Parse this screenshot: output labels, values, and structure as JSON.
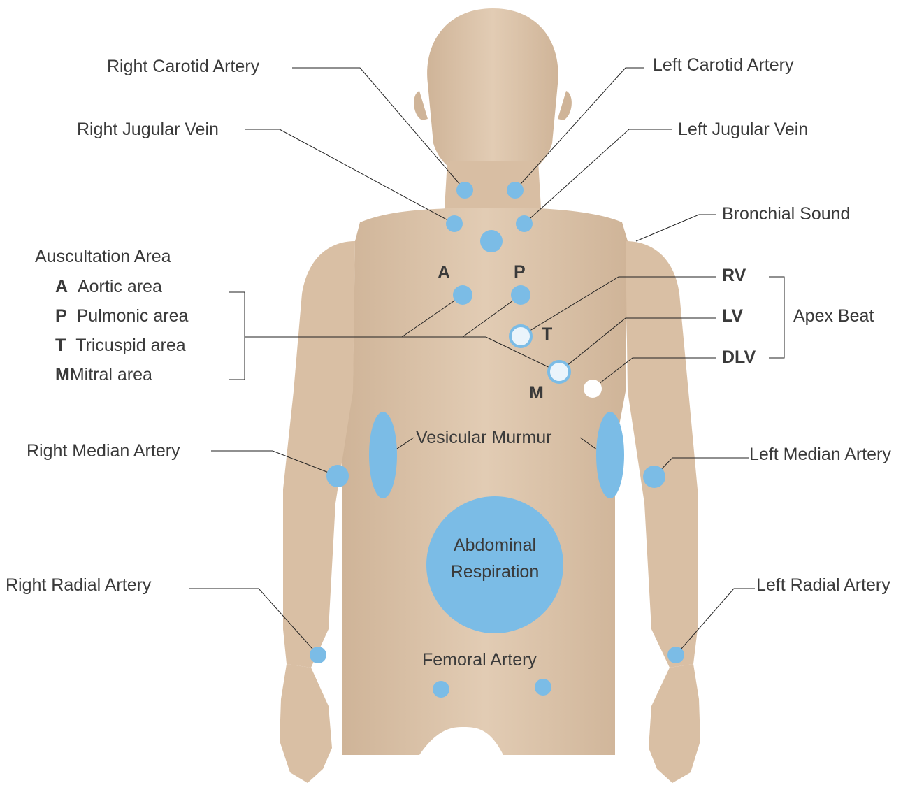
{
  "colors": {
    "background": "#ffffff",
    "skin": "#dcc4aa",
    "skin_shade": "#c9ad90",
    "marker_blue": "#7bbce6",
    "marker_white": "#ffffff",
    "leader_line": "#222222",
    "text": "#3a3a3a"
  },
  "labels": {
    "right_carotid": "Right Carotid Artery",
    "left_carotid": "Left Carotid Artery",
    "right_jugular": "Right Jugular Vein",
    "left_jugular": "Left Jugular Vein",
    "bronchial": "Bronchial Sound",
    "right_median": "Right Median Artery",
    "left_median": "Left Median Artery",
    "vesicular": "Vesicular Murmur",
    "abdominal_line1": "Abdominal",
    "abdominal_line2": "Respiration",
    "right_radial": "Right Radial Artery",
    "left_radial": "Left Radial Artery",
    "femoral": "Femoral Artery"
  },
  "auscultation": {
    "title": "Auscultation Area",
    "items": [
      {
        "letter": "A",
        "name": "Aortic area"
      },
      {
        "letter": "P",
        "name": "Pulmonic area"
      },
      {
        "letter": "T",
        "name": "Tricuspid area"
      },
      {
        "letter": "M",
        "name": "Mitral area"
      }
    ],
    "marker_letters": {
      "a": "A",
      "p": "P",
      "t": "T",
      "m": "M"
    }
  },
  "apex_beat": {
    "title": "Apex Beat",
    "items": [
      "RV",
      "LV",
      "DLV"
    ]
  },
  "icons": {
    "mannequin": "human-torso-mannequin-illustration"
  }
}
